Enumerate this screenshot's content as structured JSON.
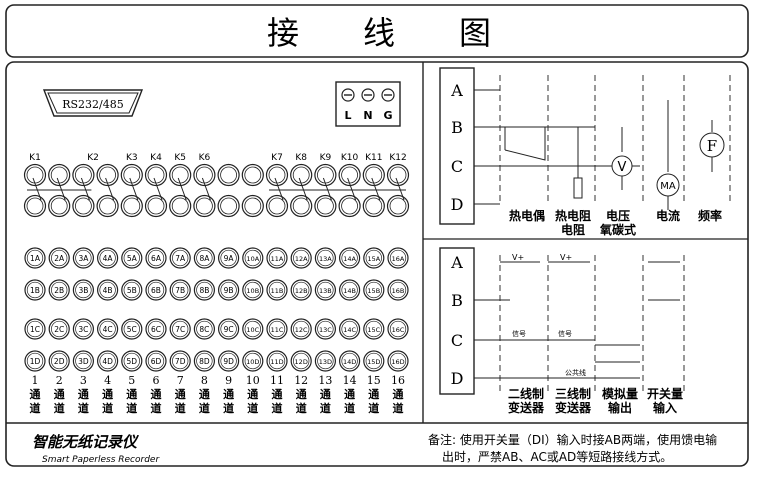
{
  "title": "接　　线　　图",
  "comm_port": "RS232/485",
  "power_terminal": {
    "labels": [
      "L",
      "N",
      "G"
    ]
  },
  "relays": [
    "K1",
    "K2",
    "K3",
    "K4",
    "K5",
    "K6",
    "K7",
    "K8",
    "K9",
    "K10",
    "K11",
    "K12"
  ],
  "terminal_rows": {
    "A": [
      "1A",
      "2A",
      "3A",
      "4A",
      "5A",
      "6A",
      "7A",
      "8A",
      "9A",
      "10A",
      "11A",
      "12A",
      "13A",
      "14A",
      "15A",
      "16A"
    ],
    "B": [
      "1B",
      "2B",
      "3B",
      "4B",
      "5B",
      "6B",
      "7B",
      "8B",
      "9B",
      "10B",
      "11B",
      "12B",
      "13B",
      "14B",
      "15B",
      "16B"
    ],
    "C": [
      "1C",
      "2C",
      "3C",
      "4C",
      "5C",
      "6C",
      "7C",
      "8C",
      "9C",
      "10C",
      "11C",
      "12C",
      "13C",
      "14C",
      "15C",
      "16C"
    ],
    "D": [
      "1D",
      "2D",
      "3D",
      "4D",
      "5D",
      "6D",
      "7D",
      "8D",
      "9D",
      "10D",
      "11D",
      "12D",
      "13D",
      "14D",
      "15D",
      "16D"
    ]
  },
  "channels": {
    "numbers": [
      "1",
      "2",
      "3",
      "4",
      "5",
      "6",
      "7",
      "8",
      "9",
      "10",
      "11",
      "12",
      "13",
      "14",
      "15",
      "16"
    ],
    "word": "通道"
  },
  "brand": {
    "cn": "智能无纸记录仪",
    "en": "Smart Paperless Recorder"
  },
  "top_diagram": {
    "terminals": [
      "A",
      "B",
      "C",
      "D"
    ],
    "labels": [
      "热电偶",
      "热电阻\n电阻",
      "电压\n氧碳式",
      "电流",
      "频率"
    ],
    "meter_v": "V",
    "meter_ma": "MA",
    "meter_f": "F"
  },
  "bottom_diagram": {
    "terminals": [
      "A",
      "B",
      "C",
      "D"
    ],
    "labels": [
      "二线制\n变送器",
      "三线制\n变送器",
      "模拟量\n输出",
      "开关量\n输入"
    ],
    "v_plus": "V+",
    "signal": "信号",
    "common": "公共线"
  },
  "note": {
    "line1": "备注: 使用开关量（DI）输入时接AB两端，使用馈电输",
    "line2": "出时，严禁AB、AC或AD等短路接线方式。"
  }
}
